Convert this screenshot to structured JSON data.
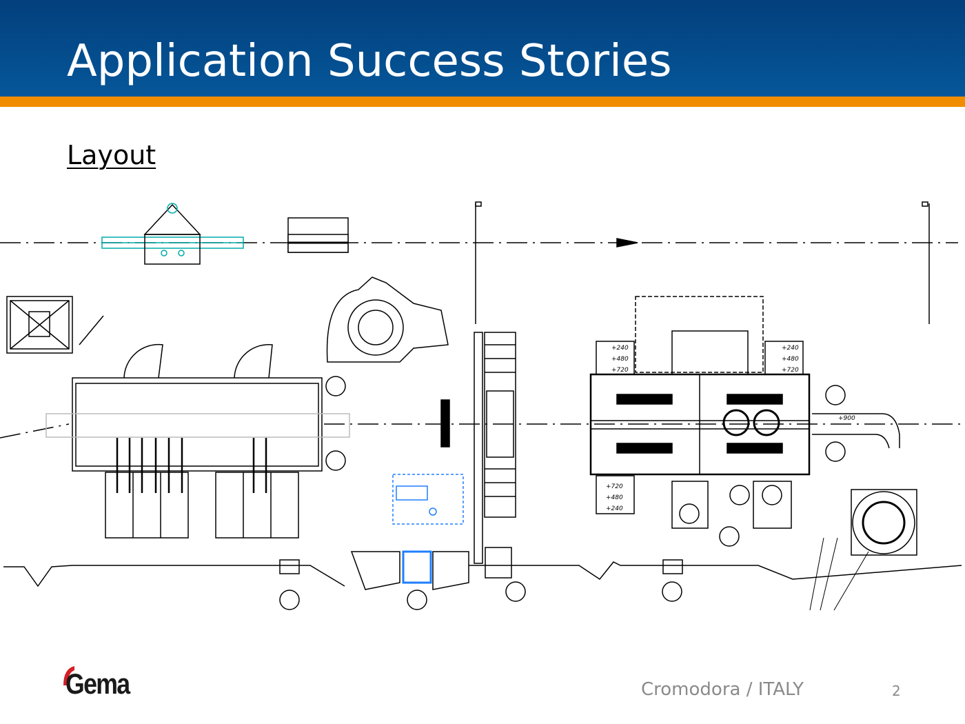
{
  "slide": {
    "title": "Application Success Stories",
    "subtitle": "Layout",
    "footer_text": "Cromodora / ITALY",
    "page_number": "2",
    "logo_text": "Gema"
  },
  "drawing": {
    "height_labels_top_left": [
      "+240",
      "+480",
      "+720"
    ],
    "height_labels_top_right": [
      "+240",
      "+480",
      "+720"
    ],
    "height_labels_bottom_left": [
      "+720",
      "+480",
      "+240"
    ],
    "duct_label": "+900"
  },
  "colors": {
    "header_top": "#033f7c",
    "header_bottom": "#05579a",
    "accent_stripe": "#f08c00",
    "highlight_blue": "#1e7fff",
    "footer_gray": "#8a8a8a",
    "logo_red": "#d31f26"
  }
}
